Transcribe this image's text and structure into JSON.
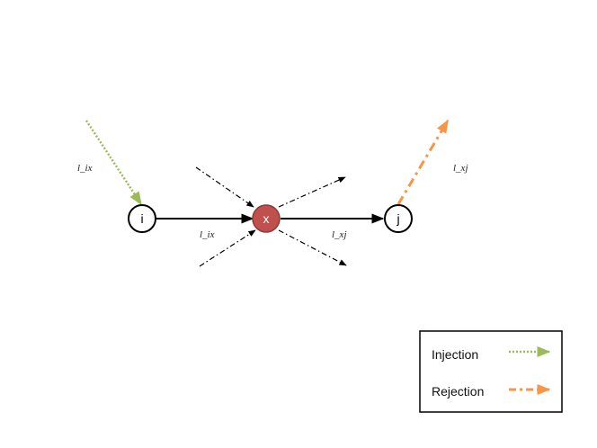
{
  "diagram": {
    "nodes": {
      "i": {
        "label": "i"
      },
      "x": {
        "label": "x"
      },
      "j": {
        "label": "j"
      }
    },
    "labels": {
      "injection_flow": "l_ix",
      "rejection_flow": "l_xj",
      "edge_ix": "l_ix",
      "edge_xj": "l_xj"
    },
    "legend": {
      "injection": "Injection",
      "rejection": "Rejection"
    },
    "colors": {
      "node_x_fill": "#c0504d",
      "node_x_stroke": "#8c3836",
      "injection": "#9bbb59",
      "rejection": "#f79646",
      "edge": "#000000"
    }
  }
}
